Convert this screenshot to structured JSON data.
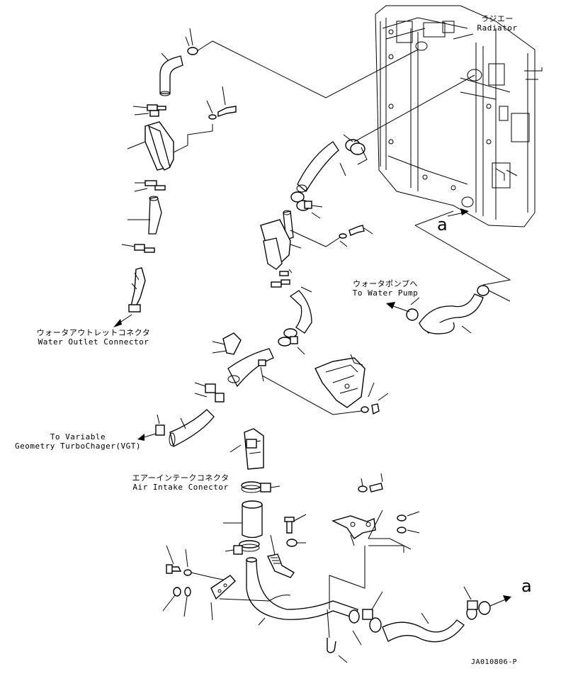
{
  "labels": {
    "radiator_jp": "ラジエー",
    "radiator_en": "Radiator",
    "water_pump_jp": "ウォータポンプへ",
    "water_pump_en": "To Water Pump",
    "water_outlet_jp": "ウォータアウトレットコネクタ",
    "water_outlet_en": "Water Outlet Connector",
    "vgt_line1": "To Variable",
    "vgt_line2": "Geometry TurboChager(VGT)",
    "air_intake_jp": "エアーインテークコネクタ",
    "air_intake_en": "Air Intake Conector",
    "ref_a_top": "a",
    "ref_a_bottom": "a",
    "figure_code": "JA010806-P"
  },
  "colors": {
    "line": "#000000",
    "background": "#ffffff"
  }
}
